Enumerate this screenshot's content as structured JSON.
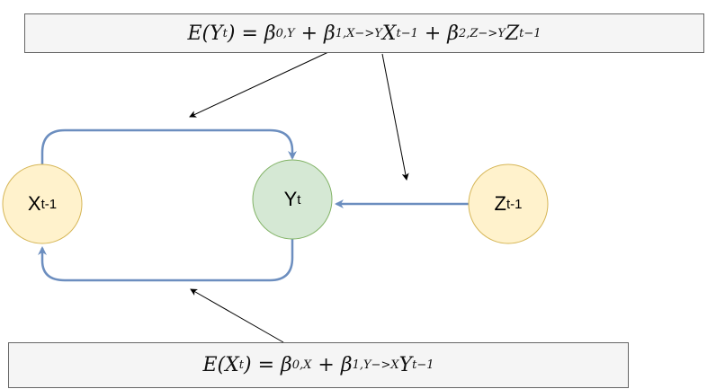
{
  "eq_y": {
    "lhs": "E(Y",
    "lhs_sub": "t",
    "lhs_end": ")",
    "eq": " = ",
    "b0": "β",
    "b0_sub": "0,Y",
    "plus1": " + ",
    "b1": "β",
    "b1_sub": "1,X−>Y",
    "x": "X",
    "x_sub": "t−1",
    "plus2": " + ",
    "b2": "β",
    "b2_sub": "2,Z−>Y",
    "z": "Z",
    "z_sub": "t−1"
  },
  "eq_x": {
    "lhs": "E(X",
    "lhs_sub": "t",
    "lhs_end": ")",
    "eq": " = ",
    "b0": "β",
    "b0_sub": "0,X",
    "plus1": " + ",
    "b1": "β",
    "b1_sub": "1,Y−>X",
    "y": "Y",
    "y_sub": "t−1"
  },
  "nodes": {
    "x": {
      "label": "X",
      "sub": "t-1"
    },
    "y": {
      "label": "Y",
      "sub": "t"
    },
    "z": {
      "label": "Z",
      "sub": "t-1"
    }
  },
  "colors": {
    "edge": "#6c8ebf",
    "yellow_fill": "#fff2cc",
    "yellow_stroke": "#d6b656",
    "green_fill": "#d5e8d4",
    "green_stroke": "#82b366"
  }
}
